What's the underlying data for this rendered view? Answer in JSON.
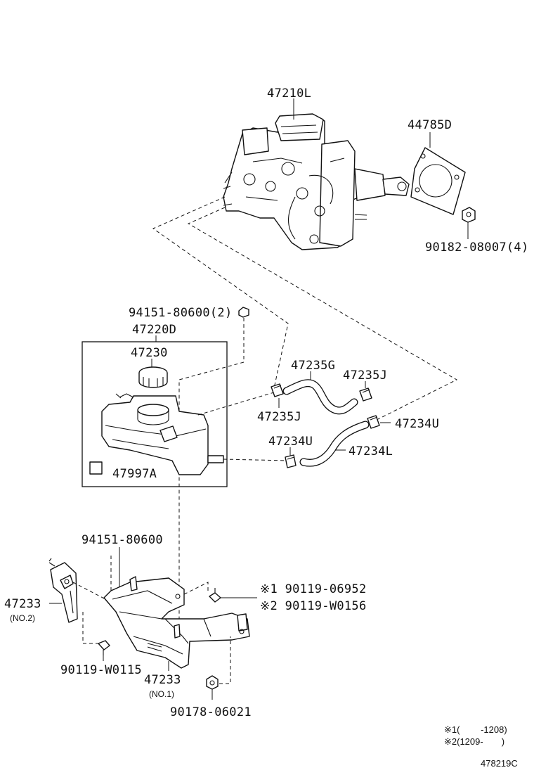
{
  "labels": {
    "booster": "47210L",
    "gasket": "44785D",
    "gasket_nut": "90182-08007(4)",
    "reservoir_nut": "94151-80600(2)",
    "reservoir_assy": "47220D",
    "cap": "47230",
    "label_plate": "47997A",
    "hose_g": "47235G",
    "clip_j_upper": "47235J",
    "clip_j_lower": "47235J",
    "hose_clip_u_right": "47234U",
    "hose_clip_u_left": "47234U",
    "hose_l": "47234L",
    "bracket_nut": "94151-80600",
    "bolt_1": "※1 90119-06952",
    "bolt_2": "※2 90119-W0156",
    "bracket_no2": "47233",
    "bracket_no2_sub": "(NO.2)",
    "bolt_lower": "90119-W0115",
    "bracket_no1": "47233",
    "bracket_no1_sub": "(NO.1)",
    "nut_lower": "90178-06021"
  },
  "notes": {
    "note1": "※1(　　 -1208)",
    "note2": "※2(1209-　　)",
    "diagram_id": "478219C"
  }
}
